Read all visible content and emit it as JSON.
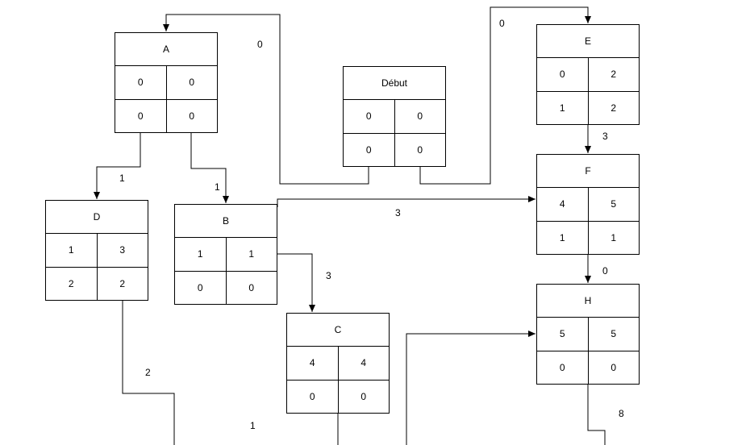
{
  "nodes": {
    "A": {
      "title": "A",
      "cells": [
        "0",
        "0",
        "0",
        "0"
      ]
    },
    "debut": {
      "title": "Début",
      "cells": [
        "0",
        "0",
        "0",
        "0"
      ]
    },
    "E": {
      "title": "E",
      "cells": [
        "0",
        "2",
        "1",
        "2"
      ]
    },
    "D": {
      "title": "D",
      "cells": [
        "1",
        "3",
        "2",
        "2"
      ]
    },
    "B": {
      "title": "B",
      "cells": [
        "1",
        "1",
        "0",
        "0"
      ]
    },
    "F": {
      "title": "F",
      "cells": [
        "4",
        "5",
        "1",
        "1"
      ]
    },
    "C": {
      "title": "C",
      "cells": [
        "4",
        "4",
        "0",
        "0"
      ]
    },
    "H": {
      "title": "H",
      "cells": [
        "5",
        "5",
        "0",
        "0"
      ]
    }
  },
  "edge_labels": {
    "debut_to_A": "0",
    "debut_to_E": "0",
    "A_to_D": "1",
    "A_to_B": "1",
    "E_to_F": "3",
    "B_to_F": "3",
    "B_to_C": "3",
    "F_to_H": "0",
    "D_out": "2",
    "C_out": "1",
    "H_out": "8"
  }
}
